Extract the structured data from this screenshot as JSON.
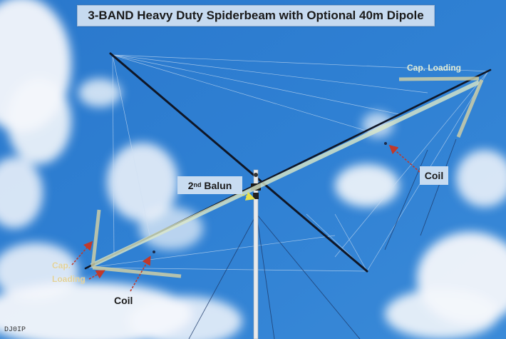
{
  "title": "3-BAND Heavy Duty Spiderbeam with Optional 40m Dipole",
  "labels": {
    "balun_main": "2",
    "balun_sup": "nd",
    "balun_rest": " Balun",
    "coil_right": "Coil",
    "coil_left": "Coil",
    "cap_loading_right": "Cap. Loading",
    "cap_loading_left_line1": "Cap.",
    "cap_loading_left_line2": "Loading"
  },
  "credit": "DJ0IP",
  "colors": {
    "sky": "#2f7fd0",
    "sky_light": "#5aa0e0",
    "cloud": "#ffffff",
    "label_box": "#c8dcf1",
    "dipole_overlay": "#d9e6c9",
    "cap_overlay": "#cfcf9f",
    "arrow_red": "#c0392b",
    "arrow_yellow": "#e8e04a",
    "spreader": "#111a2a",
    "mast": "#e6e8ea"
  }
}
